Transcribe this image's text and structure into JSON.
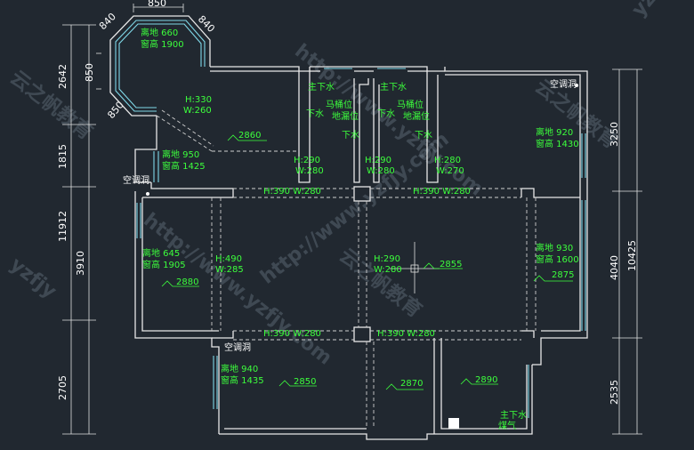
{
  "dimensions": {
    "top_850": "850",
    "top_840_left": "840",
    "top_840_right": "840",
    "left_850": "850",
    "left_850_lower": "850",
    "left_2642": "2642",
    "left_1815": "1815",
    "left_11912": "11912",
    "left_3910": "3910",
    "left_2705": "2705",
    "right_3250": "3250",
    "right_4040": "4040",
    "right_10425": "10425",
    "right_2535": "2535"
  },
  "labels": {
    "bay_lidi": "离地 660",
    "bay_chuanggao": "窗高 1900",
    "h330": "H:330",
    "w260": "W:260",
    "c2860": "2860",
    "lidi950": "离地 950",
    "chuanggao1425": "窗高 1425",
    "ac_hole_left": "空调洞",
    "wc1_main": "主下水",
    "wc1_drain": "下水",
    "wc1_toilet": "马桶位",
    "wc1_floor": "地漏位",
    "wc1_drain2": "下水",
    "wc2_main": "主下水",
    "wc2_drain": "下水",
    "wc2_toilet": "马桶位",
    "wc2_floor": "地漏位",
    "wc2_drain2": "下水",
    "h290_a": "H:290",
    "w280_a": "W:280",
    "h290_b": "H:290",
    "w280_b": "W:280",
    "h280": "H:280",
    "w270": "W:270",
    "ac_hole_right": "空调洞",
    "lidi920": "离地 920",
    "chuanggao1430": "窗高 1430",
    "beam_top_left": "H:390  W:280",
    "beam_top_right": "H:390  W:280",
    "lidi645": "离地 645",
    "chuanggao1905": "窗高 1905",
    "h490": "H:490",
    "w285": "W:285",
    "c2880": "2880",
    "h290_c": "H:290",
    "w280_c": "W:280",
    "c2855": "2855",
    "lidi930": "离地 930",
    "chuanggao1600": "窗高 1600",
    "c2875": "2875",
    "beam_bot_left": "H:390  W:280",
    "beam_bot_right": "H:390  W:280",
    "ac_hole_bottom": "空调洞",
    "lidi940": "离地 940",
    "chuanggao1435": "窗高 1435",
    "c2850": "2850",
    "c2870": "2870",
    "c2890": "2890",
    "kitchen_main": "主下水",
    "kitchen_gas": "煤气"
  },
  "watermarks": {
    "wm1": "http://www.yzfjy.com",
    "wm2": "云之帆教育",
    "wm3": "yzfjy"
  },
  "colors": {
    "background": "#212830",
    "wall": "#e8e8e8",
    "window": "#7fd8e8",
    "annotation": "#3cff3c"
  }
}
